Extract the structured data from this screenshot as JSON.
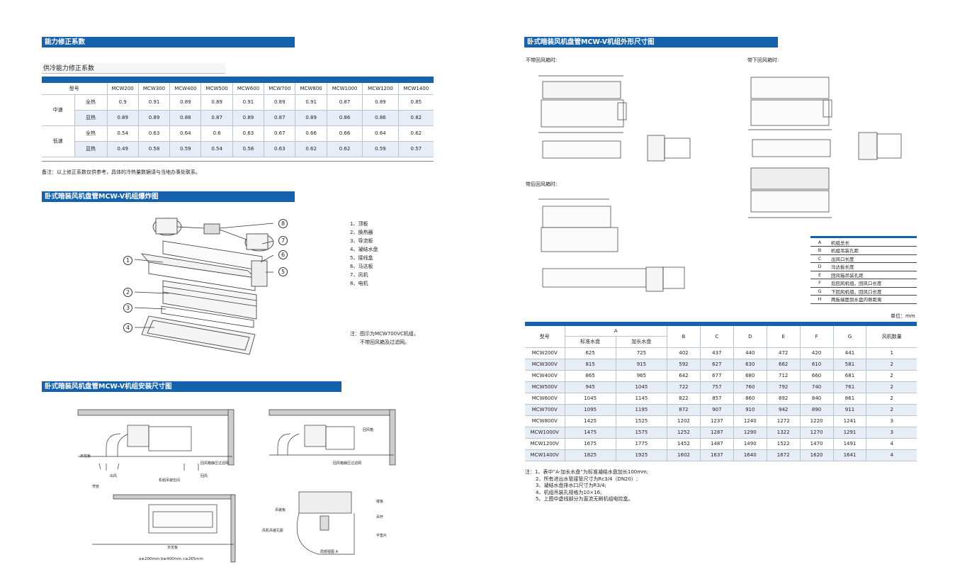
{
  "left": {
    "sec1_title": "能力修正系数",
    "sec1_subtitle": "供冷能力修正系数",
    "corr_table": {
      "model_header": "型号",
      "models": [
        "MCW200",
        "MCW300",
        "MCW400",
        "MCW500",
        "MCW600",
        "MCW700",
        "MCW800",
        "MCW1000",
        "MCW1200",
        "MCW1400"
      ],
      "groups": [
        {
          "speed": "中速",
          "rows": [
            {
              "type": "全热",
              "values": [
                "0.9",
                "0.91",
                "0.89",
                "0.89",
                "0.91",
                "0.89",
                "0.91",
                "0.87",
                "0.89",
                "0.85"
              ]
            },
            {
              "type": "显热",
              "values": [
                "0.89",
                "0.89",
                "0.88",
                "0.87",
                "0.89",
                "0.87",
                "0.89",
                "0.86",
                "0.86",
                "0.82"
              ]
            }
          ]
        },
        {
          "speed": "低速",
          "rows": [
            {
              "type": "全热",
              "values": [
                "0.54",
                "0.63",
                "0.64",
                "0.6",
                "0.63",
                "0.67",
                "0.66",
                "0.66",
                "0.64",
                "0.62"
              ]
            },
            {
              "type": "显热",
              "values": [
                "0.49",
                "0.58",
                "0.59",
                "0.54",
                "0.58",
                "0.63",
                "0.62",
                "0.62",
                "0.59",
                "0.57"
              ]
            }
          ]
        }
      ]
    },
    "corr_note": "备注：以上修正系数仅供参考，具体的冷热量数据请与当地办事处联系。",
    "sec2_title": "卧式暗装风机盘管MCW-V机组爆炸图",
    "parts": [
      "1、顶板",
      "2、换热器",
      "3、导流板",
      "4、凝结水盘",
      "5、接线盒",
      "6、马达板",
      "7、风机",
      "8、电机"
    ],
    "callouts": [
      "1",
      "2",
      "3",
      "4",
      "5",
      "6",
      "7",
      "8"
    ],
    "explode_note_1": "注：图示为MCW700VC机组，",
    "explode_note_2": "不带回风箱及过滤网。",
    "sec3_title": "卧式暗装风机盘管MCW-V机组安装尺寸图",
    "install_labels": {
      "ceiling": "天花板",
      "outlet": "出风",
      "return_air": "回风",
      "hanger": "吊杆",
      "hanger_hole": "机组吊装空间",
      "return_filter": "回风箱静压过滤网",
      "return_box": "回风箱",
      "return_filter2": "回风箱静压过滤网",
      "elbow": "弯管",
      "ceiling2": "天花板",
      "dims": "a≥200mm   b≥400mm   c≥265mm",
      "beam": "楼板",
      "hanging_plate": "吊装板",
      "fan_hole": "风机吊装孔距",
      "bolt": "吊杆",
      "washer": "平垫片",
      "detail": "局部视图 A"
    }
  },
  "right": {
    "sec_title": "卧式暗装风机盘管MCW-V机组外形尺寸图",
    "label_no_return": "不带回风箱时:",
    "label_bottom_return": "带下回风箱时:",
    "label_rear_return": "带后回风箱时:",
    "legend": [
      {
        "k": "A",
        "v": "机组总长"
      },
      {
        "k": "B",
        "v": "机组吊装孔距"
      },
      {
        "k": "C",
        "v": "出风口长度"
      },
      {
        "k": "D",
        "v": "马达板长度"
      },
      {
        "k": "E",
        "v": "回风箱吊装孔距"
      },
      {
        "k": "F",
        "v": "后回风机组，回风口长度"
      },
      {
        "k": "G",
        "v": "下回风机组，回风口长度"
      },
      {
        "k": "H",
        "v": "两板端面到水盘内侧距离"
      }
    ],
    "unit": "单位：mm",
    "dim_table": {
      "h_model": "型号",
      "h_a": "A",
      "h_a1": "标准水盘",
      "h_a2": "加长水盘",
      "h_cols": [
        "B",
        "C",
        "D",
        "E",
        "F",
        "G",
        "风机数量"
      ],
      "rows": [
        [
          "MCW200V",
          "625",
          "725",
          "402",
          "437",
          "440",
          "472",
          "420",
          "441",
          "1"
        ],
        [
          "MCW300V",
          "815",
          "915",
          "592",
          "627",
          "630",
          "662",
          "610",
          "581",
          "2"
        ],
        [
          "MCW400V",
          "865",
          "965",
          "642",
          "677",
          "680",
          "712",
          "660",
          "681",
          "2"
        ],
        [
          "MCW500V",
          "945",
          "1045",
          "722",
          "757",
          "760",
          "792",
          "740",
          "761",
          "2"
        ],
        [
          "MCW600V",
          "1045",
          "1145",
          "822",
          "857",
          "860",
          "892",
          "840",
          "861",
          "2"
        ],
        [
          "MCW700V",
          "1095",
          "1195",
          "872",
          "907",
          "910",
          "942",
          "890",
          "911",
          "2"
        ],
        [
          "MCW800V",
          "1425",
          "1525",
          "1202",
          "1237",
          "1240",
          "1272",
          "1220",
          "1241",
          "3"
        ],
        [
          "MCW1000V",
          "1475",
          "1575",
          "1252",
          "1287",
          "1290",
          "1322",
          "1270",
          "1291",
          "3"
        ],
        [
          "MCW1200V",
          "1675",
          "1775",
          "1452",
          "1487",
          "1490",
          "1522",
          "1470",
          "1491",
          "4"
        ],
        [
          "MCW1400V",
          "1825",
          "1925",
          "1602",
          "1637",
          "1640",
          "1672",
          "1620",
          "1641",
          "4"
        ]
      ]
    },
    "notes": [
      "注：1、表中“A-加长水盘”为标准凝结水盘加长100mm;",
      "2、所有进出水管接管尺寸为Rc3/4（DN20）;",
      "3、凝结水盘排水口尺寸为R3/4;",
      "4、机组吊装孔规格为10×16;",
      "5、上图中虚线部分为直流无刷机组电控盒。"
    ]
  },
  "colors": {
    "accent": "#1462ad",
    "row_alt": "#e7edf6"
  }
}
